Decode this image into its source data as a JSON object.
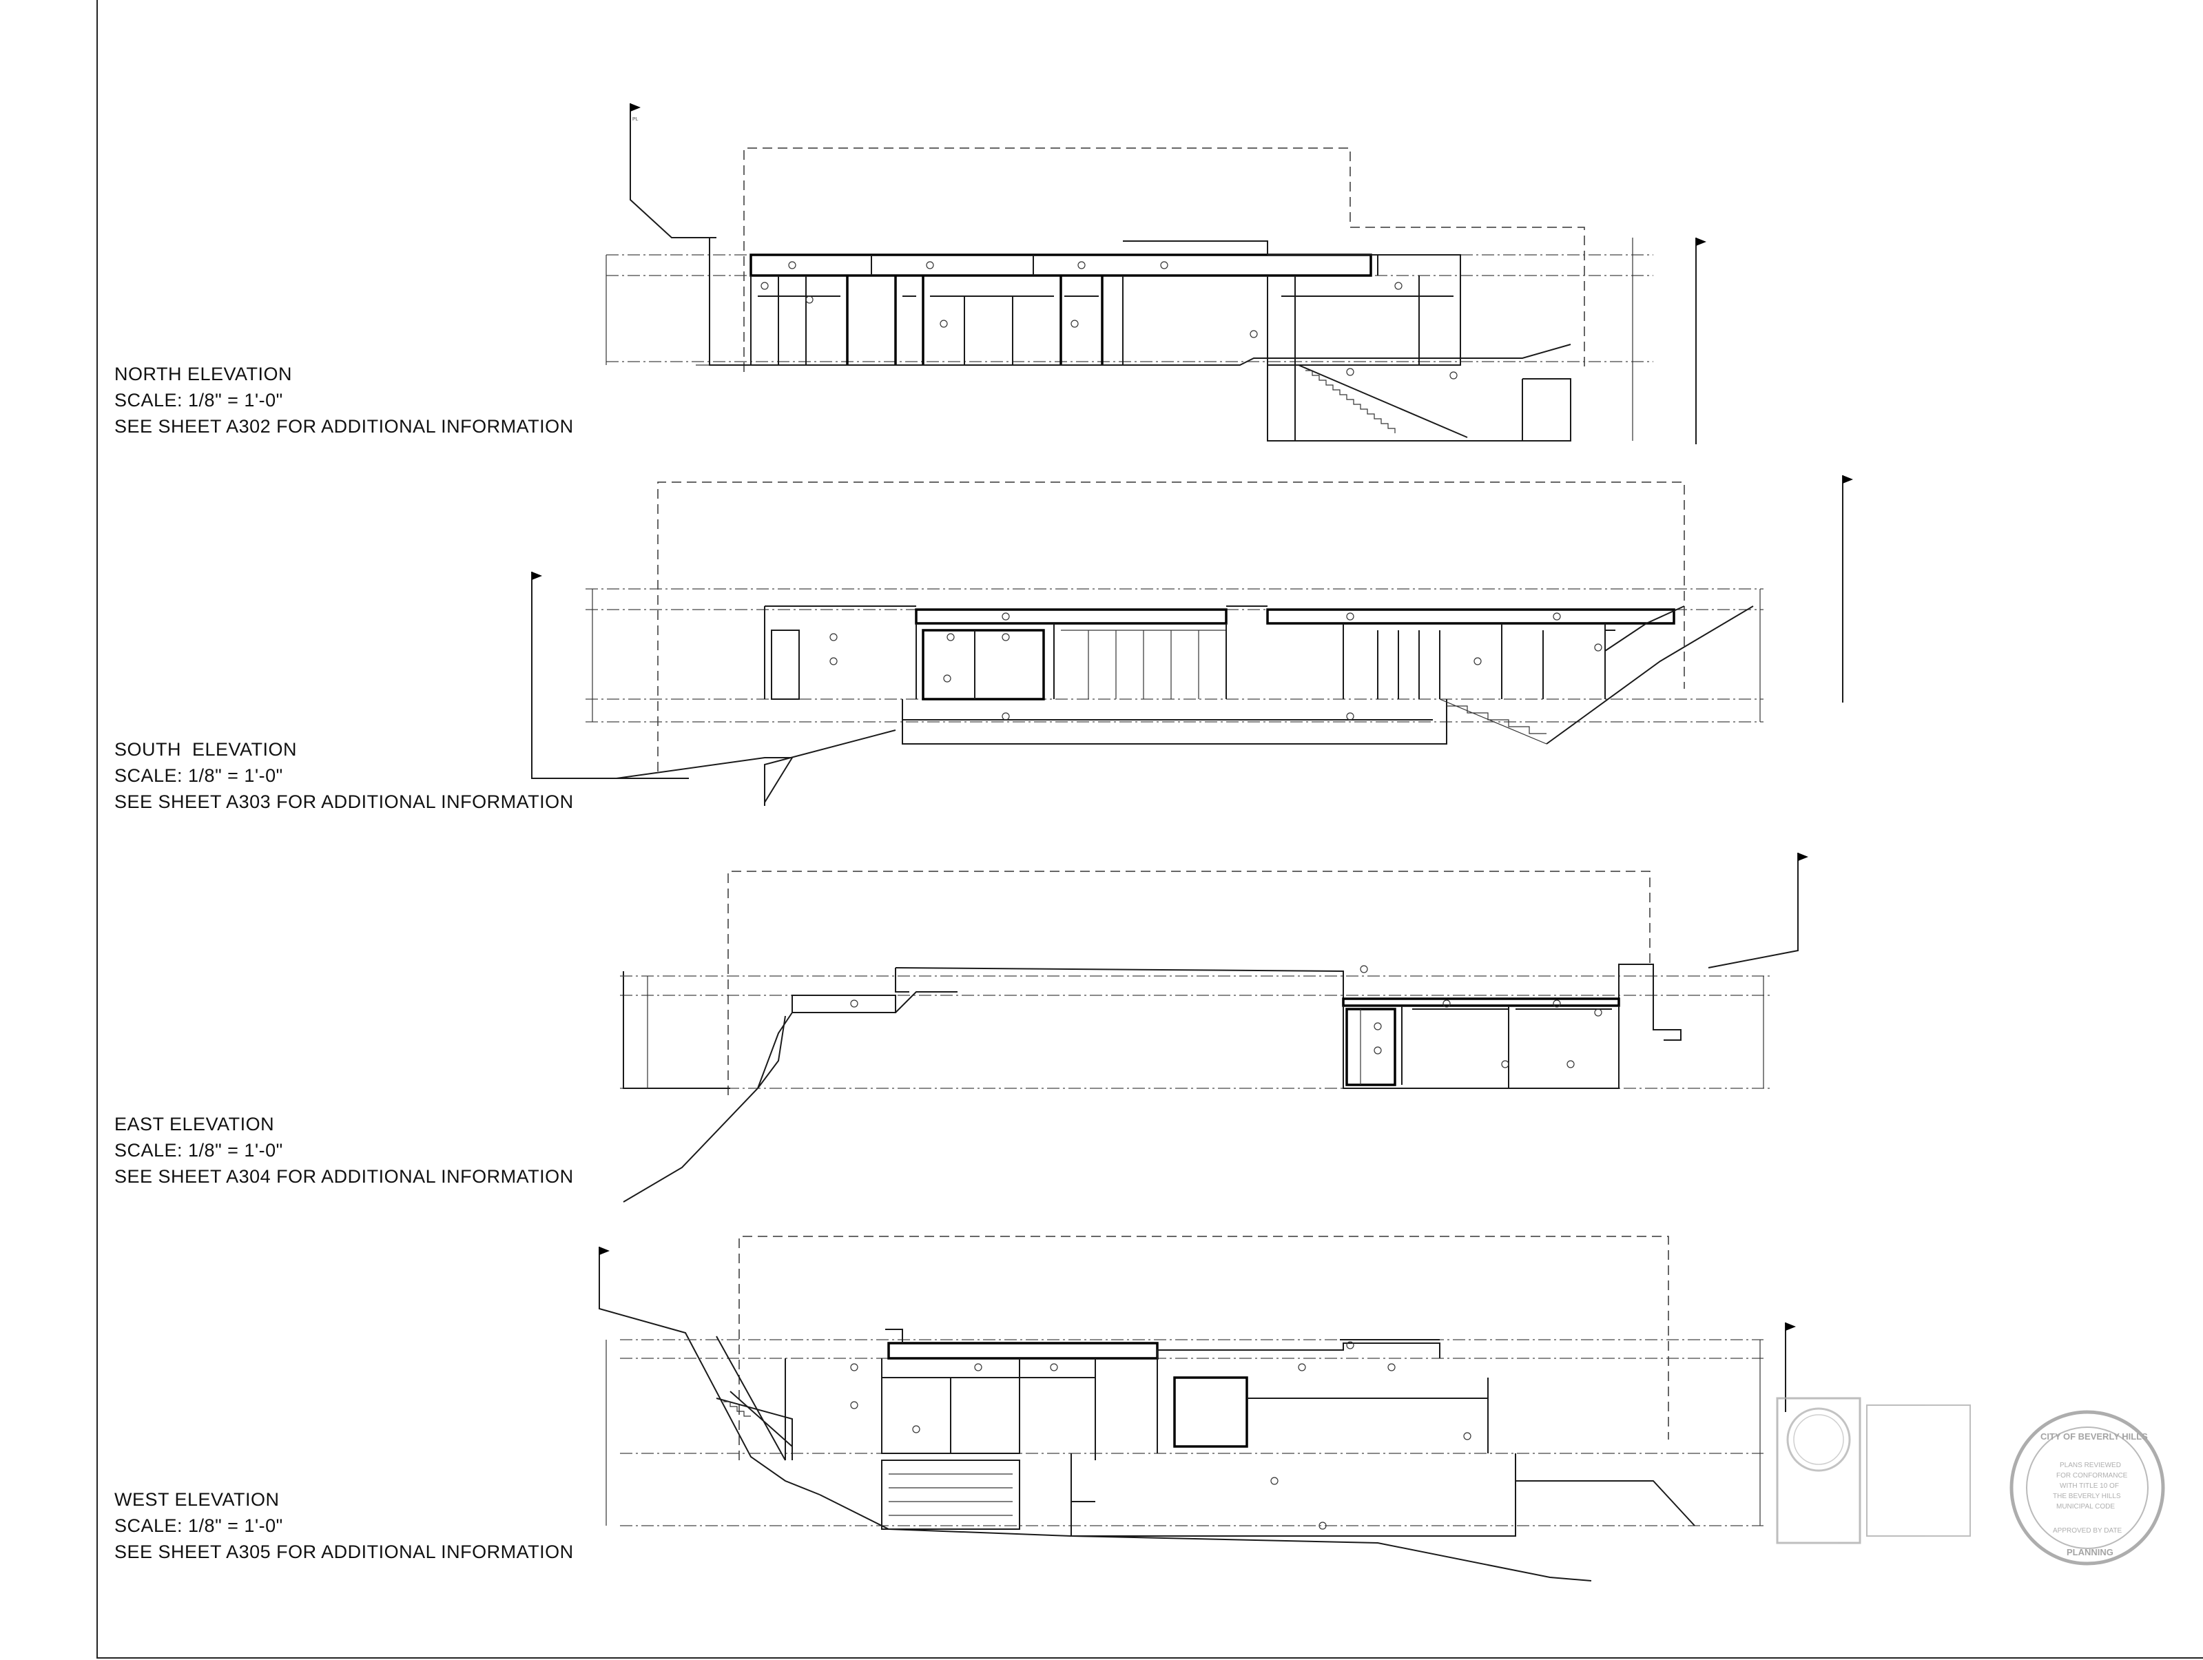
{
  "elevations": [
    {
      "title": "NORTH ELEVATION",
      "scale": "SCALE: 1/8\" = 1'-0\"",
      "reference": "SEE SHEET A302 FOR ADDITIONAL INFORMATION"
    },
    {
      "title": "SOUTH  ELEVATION",
      "scale": "SCALE: 1/8\" = 1'-0\"",
      "reference": "SEE SHEET A303 FOR ADDITIONAL INFORMATION"
    },
    {
      "title": "EAST ELEVATION",
      "scale": "SCALE: 1/8\" = 1'-0\"",
      "reference": "SEE SHEET A304 FOR ADDITIONAL INFORMATION"
    },
    {
      "title": "WEST ELEVATION",
      "scale": "SCALE: 1/8\" = 1'-0\"",
      "reference": "SEE SHEET A305 FOR ADDITIONAL INFORMATION"
    }
  ],
  "property_line_marker": "PL",
  "stamps": {
    "approval_seal": "CITY OF BEVERLY HILLS",
    "approval_seal_sub": "PLANNING",
    "planning_lines": [
      "PLANS REVIEWED",
      "FOR CONFORMANCE",
      "WITH TITLE 10 OF",
      "THE BEVERLY HILLS",
      "MUNICIPAL CODE"
    ],
    "approved_by": "APPROVED BY  DATE"
  }
}
